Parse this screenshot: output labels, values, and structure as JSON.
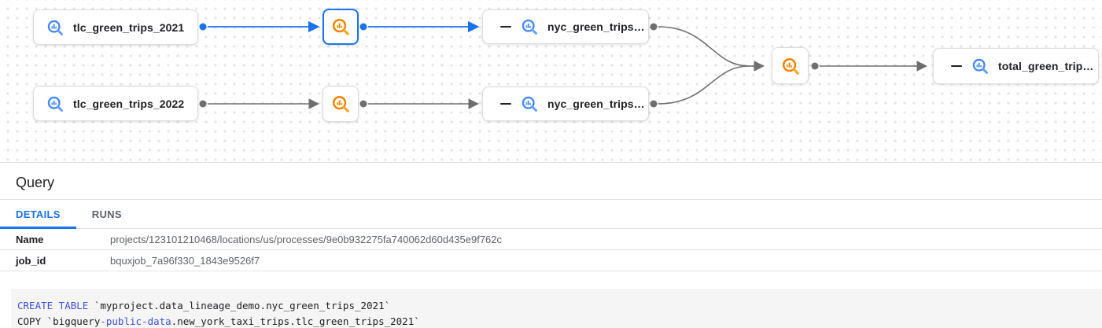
{
  "graph": {
    "nodes": [
      {
        "id": "tlc_green_trips_2021",
        "label": "tlc_green_trips_2021",
        "kind": "table",
        "icon": "bigquery"
      },
      {
        "id": "process_2021",
        "kind": "process",
        "icon": "bigquery",
        "selected": true
      },
      {
        "id": "nyc_green_trips_2021",
        "label": "nyc_green_trips…",
        "kind": "table",
        "icon": "bigquery",
        "collapsible": true
      },
      {
        "id": "tlc_green_trips_2022",
        "label": "tlc_green_trips_2022",
        "kind": "table",
        "icon": "bigquery"
      },
      {
        "id": "process_2022",
        "kind": "process",
        "icon": "bigquery",
        "selected": false
      },
      {
        "id": "nyc_green_trips_2022",
        "label": "nyc_green_trips…",
        "kind": "table",
        "icon": "bigquery",
        "collapsible": true
      },
      {
        "id": "process_total",
        "kind": "process",
        "icon": "bigquery",
        "selected": false
      },
      {
        "id": "total_green_trips",
        "label": "total_green_trip…",
        "kind": "table",
        "icon": "bigquery",
        "collapsible": true
      }
    ],
    "edges": [
      {
        "from": "tlc_green_trips_2021",
        "to": "process_2021",
        "highlighted": true
      },
      {
        "from": "process_2021",
        "to": "nyc_green_trips_2021",
        "highlighted": true
      },
      {
        "from": "tlc_green_trips_2022",
        "to": "process_2022",
        "highlighted": false
      },
      {
        "from": "process_2022",
        "to": "nyc_green_trips_2022",
        "highlighted": false
      },
      {
        "from": "nyc_green_trips_2021",
        "to": "process_total",
        "highlighted": false
      },
      {
        "from": "nyc_green_trips_2022",
        "to": "process_total",
        "highlighted": false
      },
      {
        "from": "process_total",
        "to": "total_green_trips",
        "highlighted": false
      }
    ]
  },
  "panel": {
    "title": "Query",
    "tabs": [
      {
        "label": "DETAILS",
        "active": true
      },
      {
        "label": "RUNS",
        "active": false
      }
    ],
    "details": [
      {
        "label": "Name",
        "value": "projects/123101210468/locations/us/processes/9e0b932275fa740062d60d435e9f762c"
      },
      {
        "label": "job_id",
        "value": "bquxjob_7a96f330_1843e9526f7"
      }
    ],
    "sql": {
      "line1_keyword": "CREATE TABLE",
      "line1_rest": " `myproject.data_lineage_demo.nyc_green_trips_2021`",
      "line2_start": "COPY `bigquery",
      "line2_keyword": "-public-data",
      "line2_rest": ".new_york_taxi_trips.tlc_green_trips_2021`"
    }
  },
  "colors": {
    "accent_blue": "#1a73e8",
    "edge_gray": "#6e6e6e",
    "bigquery_icon_blue": "#4285f4",
    "bigquery_icon_orange": "#ee8200",
    "sql_keyword_blue": "#4150d8",
    "node_border": "#dadce0"
  }
}
